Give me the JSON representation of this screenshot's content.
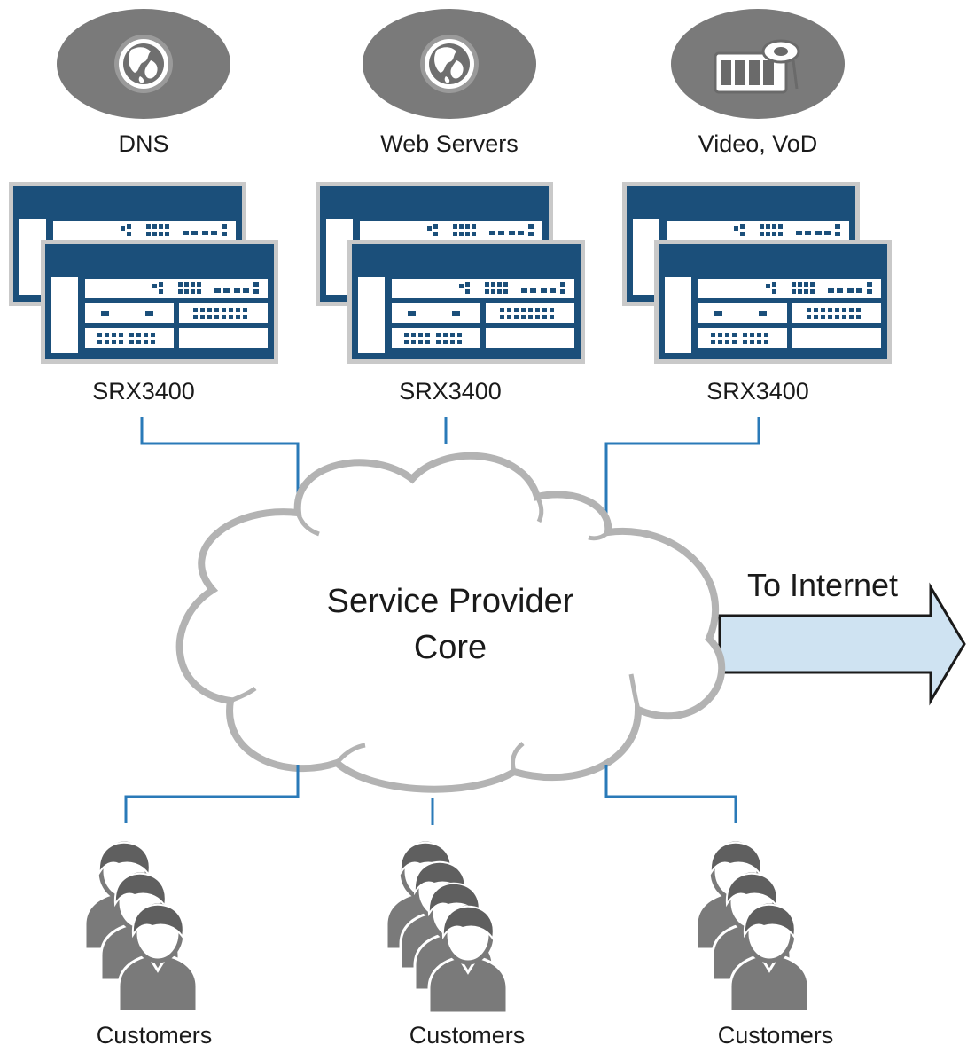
{
  "services": [
    {
      "label": "DNS",
      "icon": "globe-icon"
    },
    {
      "label": "Web Servers",
      "icon": "globe-icon"
    },
    {
      "label": "Video, VoD",
      "icon": "film-reel-icon"
    }
  ],
  "devices": [
    {
      "label": "SRX3400"
    },
    {
      "label": "SRX3400"
    },
    {
      "label": "SRX3400"
    }
  ],
  "cloud": {
    "line1": "Service Provider",
    "line2": "Core"
  },
  "internet": {
    "label": "To Internet"
  },
  "customers": [
    {
      "label": "Customers"
    },
    {
      "label": "Customers"
    },
    {
      "label": "Customers"
    }
  ],
  "colors": {
    "device_blue": "#1b4f7a",
    "link_blue": "#2a7ab8",
    "gray": "#7a7a7a",
    "arrow_fill": "#cfe3f2"
  }
}
